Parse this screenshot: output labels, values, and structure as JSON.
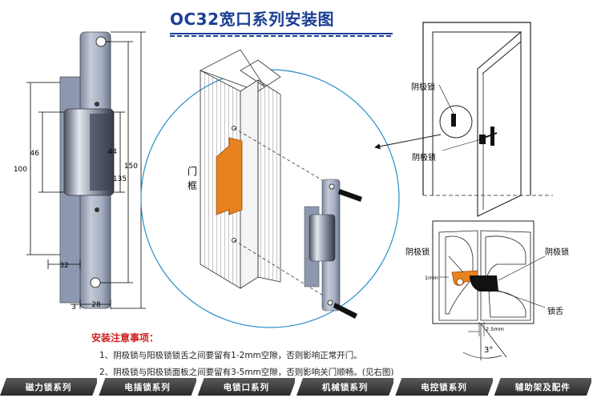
{
  "title": "OC32宽口系列安装图",
  "dimensions": {
    "d46": "46",
    "d100": "100",
    "d44": "44",
    "d135": "135",
    "d150": "150",
    "d32": "32",
    "d3": "3",
    "d28": "28"
  },
  "labels": {
    "door_frame_1": "门",
    "door_frame_2": "框",
    "cathode_lock_top": "阴极锁",
    "cathode_lock_mid": "阴极锁",
    "cathode_lock_detail_left": "阴极锁",
    "cathode_lock_detail_right": "阴极锁",
    "latch_tongue": "锁舌",
    "gap_1mm": "1mm",
    "gap_2_5mm": "2.5mm",
    "angle": "3°"
  },
  "notes": {
    "title": "安装注意事项：",
    "items": [
      "1、阴极锁与阳极锁锁舌之间要留有1-2mm空隙，否则影响正常开门。",
      "2、阴极锁与阳极锁面板之间要留有3-5mm空隙，否则影响关门顺畅。(见右图)"
    ]
  },
  "nav": [
    "磁力锁系列",
    "电插锁系列",
    "电锁口系列",
    "机械锁系列",
    "电控锁系列",
    "辅助架及配件"
  ],
  "colors": {
    "title": "#1c3f95",
    "notes_title": "#d22020",
    "strike_orange": "#e8821e",
    "metal": "#9aa6bc"
  }
}
